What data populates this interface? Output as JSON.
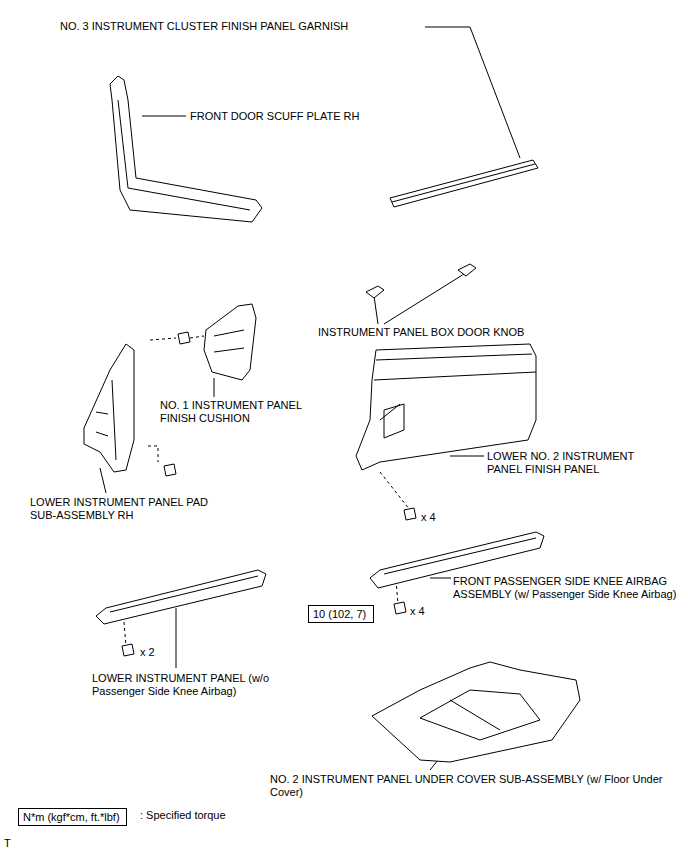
{
  "diagram": {
    "nodes": [
      {
        "text": [
          "10 (102, 7)"
        ]
      },
      {
        "text": [
          "N*m (kgf*cm, ft.*lbf)"
        ]
      }
    ],
    "labels": [
      "NO. 3 INSTRUMENT CLUSTER FINISH PANEL GARNISH",
      "FRONT DOOR SCUFF PLATE RH",
      "INSTRUMENT PANEL BOX DOOR KNOB",
      "NO. 1 INSTRUMENT PANEL FINISH CUSHION",
      "LOWER NO. 2 INSTRUMENT PANEL FINISH PANEL",
      "x 4",
      "LOWER INSTRUMENT PANEL PAD SUB-ASSEMBLY RH",
      "FRONT PASSENGER SIDE KNEE AIRBAG ASSEMBLY (w/ Passenger Side Knee Airbag)",
      "x 4",
      "x 2",
      "LOWER INSTRUMENT PANEL (w/o Passenger Side Knee Airbag)",
      "NO. 2 INSTRUMENT PANEL UNDER COVER SUB-ASSEMBLY (w/ Floor Under Cover)",
      ": Specified torque",
      "T"
    ]
  }
}
